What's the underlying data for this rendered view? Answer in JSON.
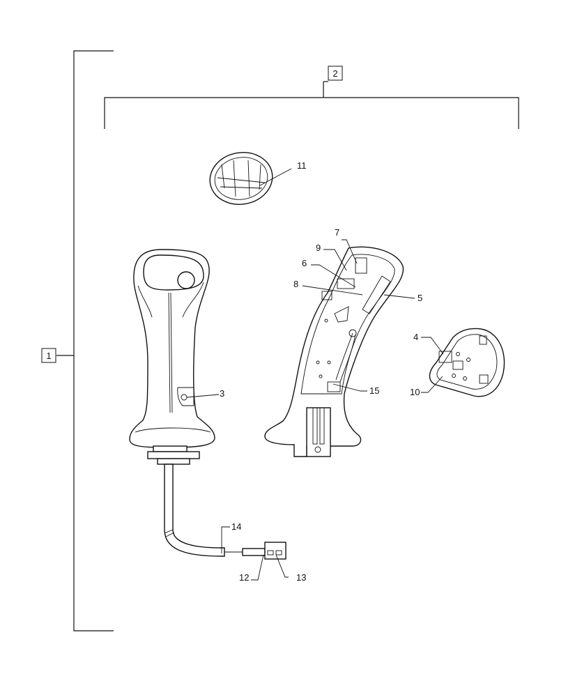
{
  "callouts": {
    "assembly": "1",
    "subassembly": "2",
    "c3": "3",
    "c4": "4",
    "c5": "5",
    "c6": "6",
    "c7": "7",
    "c8": "8",
    "c9": "9",
    "c10": "10",
    "c11": "11",
    "c12": "12",
    "c13": "13",
    "c14": "14",
    "c15": "15"
  }
}
